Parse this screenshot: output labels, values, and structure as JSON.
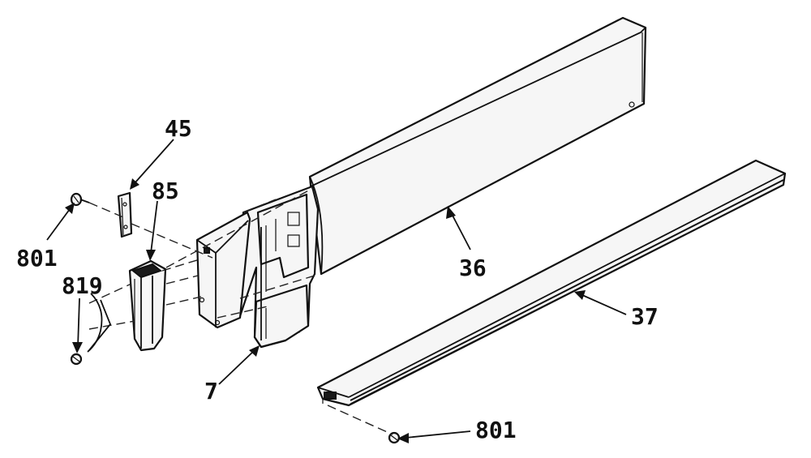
{
  "callouts": {
    "c45": "45",
    "c85": "85",
    "c801_left": "801",
    "c819": "819",
    "c36": "36",
    "c37": "37",
    "c7": "7",
    "c801_bottom": "801"
  }
}
